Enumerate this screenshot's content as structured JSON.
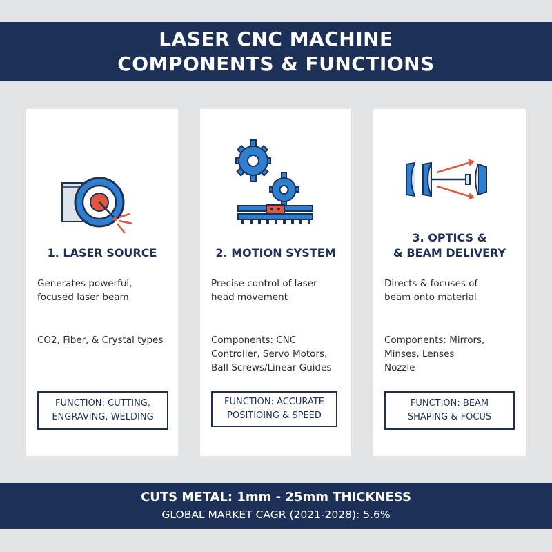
{
  "header": {
    "title_line1": "LASER CNC MACHINE",
    "title_line2": "COMPONENTS & FUNCTIONS"
  },
  "cards": [
    {
      "icon": "laser-source-icon",
      "title": "1. LASER SOURCE",
      "description": [
        "Generates powerful,",
        "focused laser beam"
      ],
      "details": [
        "CO2, Fiber, & Crystal types"
      ],
      "function": [
        "FUNCTION: CUTTING,",
        "ENGRAVING, WELDING"
      ]
    },
    {
      "icon": "gears-motion-icon",
      "title": "2. MOTION SYSTEM",
      "description": [
        "Precise control of laser",
        "head movement"
      ],
      "details": [
        "Components: CNC",
        "Controller, Servo Motors,",
        "Ball Screws/Linear Guides"
      ],
      "function": [
        "FUNCTION: ACCURATE",
        "POSITIOING & SPEED"
      ]
    },
    {
      "icon": "optics-lens-icon",
      "title": [
        "3. OPTICS &",
        "& BEAM DELIVERY"
      ],
      "description": [
        "Directs & focuses of",
        "beam onto material"
      ],
      "details": [
        "Components: Mirrors,",
        "Minses, Lenses",
        "Nozzle"
      ],
      "function": [
        "FUNCTION: BEAM",
        "SHAPING & FOCUS"
      ]
    }
  ],
  "footer": {
    "line1": "CUTS METAL: 1mm - 25mm THICKNESS",
    "line2": "GLOBAL MARKET CAGR (2021-2028): 5.6%"
  },
  "colors": {
    "navy": "#1d3158",
    "blue": "#2e7fd0",
    "red": "#e2563b",
    "background": "#e3e4e6"
  }
}
